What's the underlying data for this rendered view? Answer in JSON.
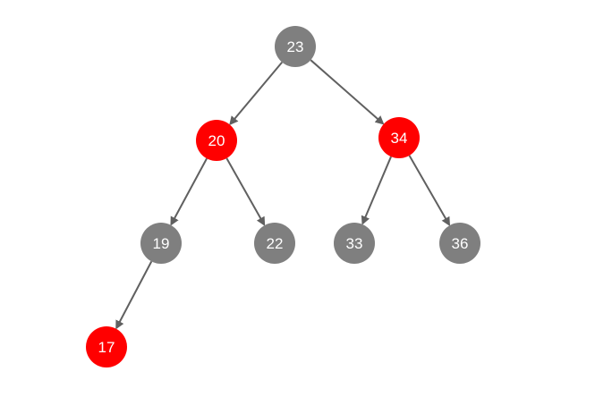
{
  "tree": {
    "colors": {
      "black": "#7f7f7f",
      "red": "#ff0000",
      "edge": "#606060",
      "label": "#ffffff"
    },
    "nodes": [
      {
        "id": "n23",
        "value": "23",
        "color": "black"
      },
      {
        "id": "n20",
        "value": "20",
        "color": "red"
      },
      {
        "id": "n34",
        "value": "34",
        "color": "red"
      },
      {
        "id": "n19",
        "value": "19",
        "color": "black"
      },
      {
        "id": "n22",
        "value": "22",
        "color": "black"
      },
      {
        "id": "n33",
        "value": "33",
        "color": "black"
      },
      {
        "id": "n36",
        "value": "36",
        "color": "black"
      },
      {
        "id": "n17",
        "value": "17",
        "color": "red"
      }
    ],
    "edges": [
      {
        "from": "n23",
        "to": "n20"
      },
      {
        "from": "n23",
        "to": "n34"
      },
      {
        "from": "n20",
        "to": "n19"
      },
      {
        "from": "n20",
        "to": "n22"
      },
      {
        "from": "n34",
        "to": "n33"
      },
      {
        "from": "n34",
        "to": "n36"
      },
      {
        "from": "n19",
        "to": "n17"
      }
    ]
  }
}
